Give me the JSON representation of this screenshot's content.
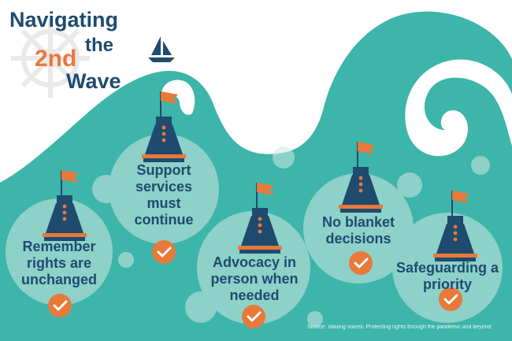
{
  "title": {
    "line1": "Navigating",
    "line2": "the",
    "line3": "2nd",
    "line4": "Wave"
  },
  "points": [
    {
      "text": "Remember rights are unchanged"
    },
    {
      "text": "Support services must continue"
    },
    {
      "text": "Advocacy in person when needed"
    },
    {
      "text": "No blanket decisions"
    },
    {
      "text": "Safeguarding a priority"
    }
  ],
  "source": "Source: Valuing voices: Protecting rights through the pandemic and beyond",
  "colors": {
    "wave": "#3db5aa",
    "navy": "#1e4b6e",
    "orange": "#e8793a",
    "bubble": "#cfe8e4",
    "white": "#ffffff"
  }
}
